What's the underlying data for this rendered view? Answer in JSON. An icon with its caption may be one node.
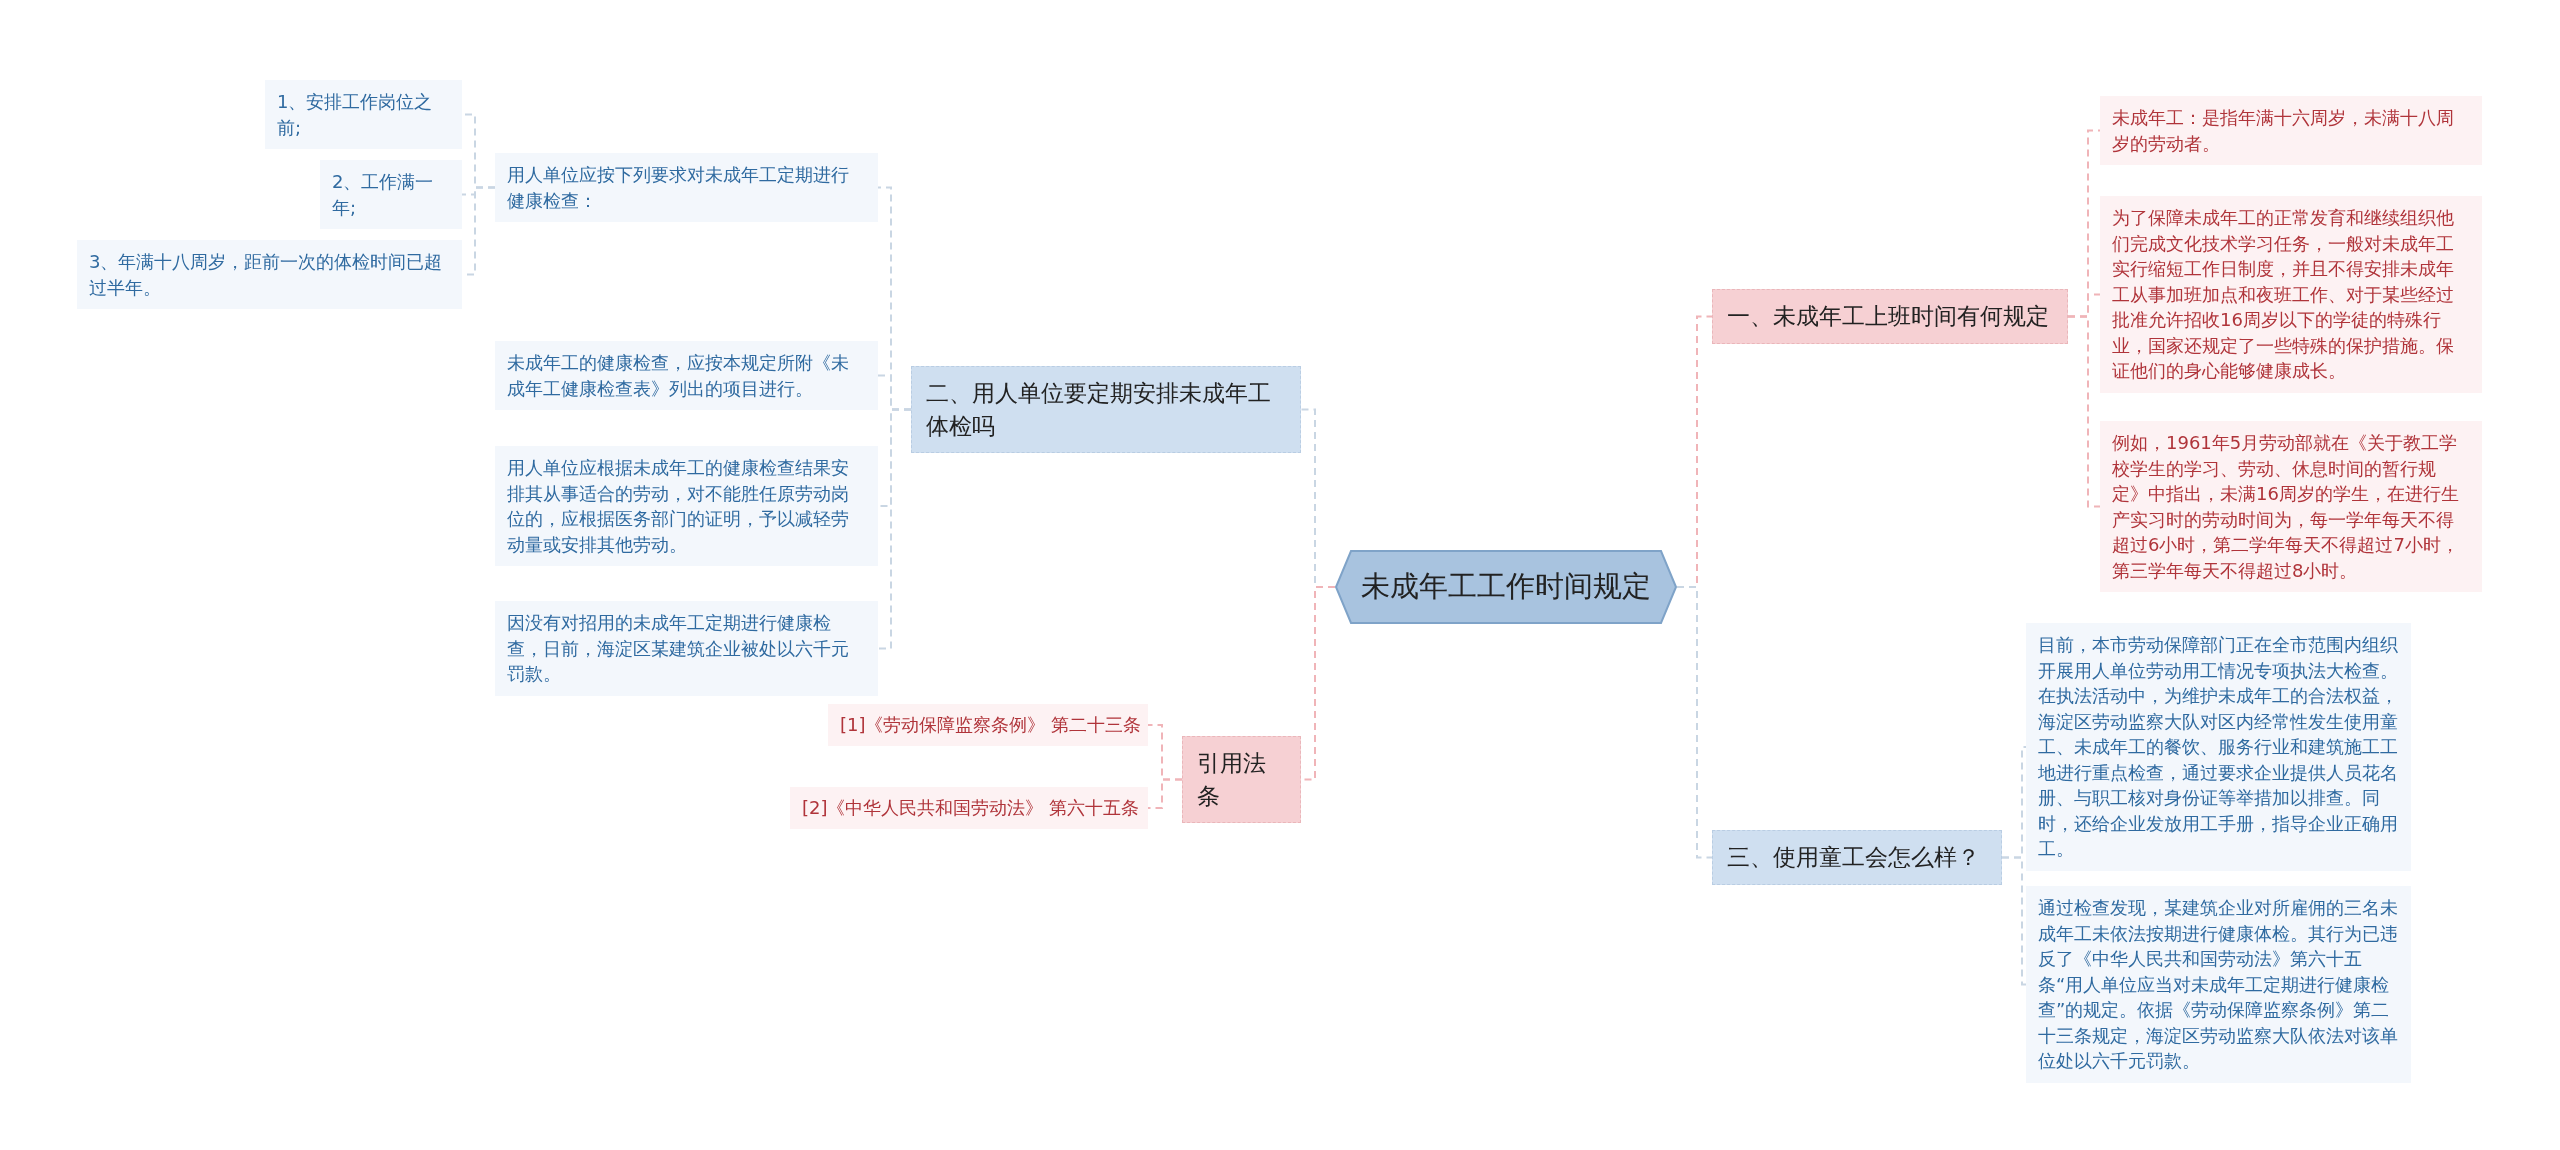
{
  "diagram": {
    "nodes": [
      {
        "text": [
          "未成年工工作时间规定"
        ]
      },
      {
        "text": [
          "一、未成年工上班时间有何规定"
        ]
      },
      {
        "text": [
          "未成年工：是指年满十六周岁，未满十八周岁的劳动者。"
        ]
      },
      {
        "text": [
          "为了保障未成年工的正常发育和继续组织他们完成文化技术学习任务，一般对未成年工实行缩短工作日制度，并且不得安排未成年工从事加班加点和夜班工作、对于某些经过批准允许招收16周岁以下的学徒的特殊行业，国家还规定了一些特殊的保护措施。保证他们的身心能够健康成长。"
        ]
      },
      {
        "text": [
          "例如，1961年5月劳动部就在《关于教工学校学生的学习、劳动、休息时间的暂行规定》中指出，未满16周岁的学生，在进行生产实习时的劳动时间为，每一学年每天不得超过6小时，第二学年每天不得超过7小时，第三学年每天不得超过8小时。"
        ]
      },
      {
        "text": [
          "三、使用童工会怎么样？"
        ]
      },
      {
        "text": [
          "目前，本市劳动保障部门正在全市范围内组织开展用人单位劳动用工情况专项执法大检查。在执法活动中，为维护未成年工的合法权益，海淀区劳动监察大队对区内经常性发生使用童工、未成年工的餐饮、服务行业和建筑施工工地进行重点检查，通过要求企业提供人员花名册、与职工核对身份证等举措加以排查。同时，还给企业发放用工手册，指导企业正确用工。"
        ]
      },
      {
        "text": [
          "通过检查发现，某建筑企业对所雇佣的三名未成年工未依法按期进行健康体检。其行为已违反了《中华人民共和国劳动法》第六十五条“用人单位应当对未成年工定期进行健康检查”的规定。依据《劳动保障监察条例》第二十三条规定，海淀区劳动监察大队依法对该单位处以六千元罚款。"
        ]
      },
      {
        "text": [
          "二、用人单位要定期安排未成年工体检吗"
        ]
      },
      {
        "text": [
          "用人单位应按下列要求对未成年工定期进行健康检查："
        ]
      },
      {
        "text": [
          "1、安排工作岗位之前;"
        ]
      },
      {
        "text": [
          "2、工作满一年;"
        ]
      },
      {
        "text": [
          "3、年满十八周岁，距前一次的体检时间已超过半年。"
        ]
      },
      {
        "text": [
          "未成年工的健康检查，应按本规定所附《未成年工健康检查表》列出的项目进行。"
        ]
      },
      {
        "text": [
          "用人单位应根据未成年工的健康检查结果安排其从事适合的劳动，对不能胜任原劳动岗位的，应根据医务部门的证明，予以减轻劳动量或安排其他劳动。"
        ]
      },
      {
        "text": [
          "因没有对招用的未成年工定期进行健康检查，日前，海淀区某建筑企业被处以六千元罚款。"
        ]
      },
      {
        "text": [
          "引用法条"
        ]
      },
      {
        "text": [
          "[1]《劳动保障监察条例》 第二十三条"
        ]
      },
      {
        "text": [
          "[2]《中华人民共和国劳动法》 第六十五条"
        ]
      }
    ],
    "edges": [
      {
        "from": 0,
        "to": 1,
        "arrow": "none",
        "style": "dashed",
        "color": "#f0b4b8"
      },
      {
        "from": 1,
        "to": 2,
        "arrow": "none",
        "style": "dashed",
        "color": "#f0b4b8"
      },
      {
        "from": 1,
        "to": 3,
        "arrow": "none",
        "style": "dashed",
        "color": "#f0b4b8"
      },
      {
        "from": 1,
        "to": 4,
        "arrow": "none",
        "style": "dashed",
        "color": "#f0b4b8"
      },
      {
        "from": 0,
        "to": 5,
        "arrow": "none",
        "style": "dashed"
      },
      {
        "from": 5,
        "to": 6,
        "arrow": "none",
        "style": "dashed"
      },
      {
        "from": 5,
        "to": 7,
        "arrow": "none",
        "style": "dashed"
      },
      {
        "from": 0,
        "to": 8,
        "arrow": "none",
        "style": "dashed"
      },
      {
        "from": 8,
        "to": 9,
        "arrow": "none",
        "style": "dashed"
      },
      {
        "from": 9,
        "to": 10,
        "arrow": "none",
        "style": "dashed"
      },
      {
        "from": 9,
        "to": 11,
        "arrow": "none",
        "style": "dashed"
      },
      {
        "from": 9,
        "to": 12,
        "arrow": "none",
        "style": "dashed"
      },
      {
        "from": 8,
        "to": 13,
        "arrow": "none",
        "style": "dashed"
      },
      {
        "from": 8,
        "to": 14,
        "arrow": "none",
        "style": "dashed"
      },
      {
        "from": 8,
        "to": 15,
        "arrow": "none",
        "style": "dashed"
      },
      {
        "from": 0,
        "to": 16,
        "arrow": "none",
        "style": "dashed",
        "color": "#f0b4b8"
      },
      {
        "from": 16,
        "to": 17,
        "arrow": "none",
        "style": "dashed",
        "color": "#f0b4b8"
      },
      {
        "from": 16,
        "to": 18,
        "arrow": "none",
        "style": "dashed",
        "color": "#f0b4b8"
      }
    ]
  }
}
